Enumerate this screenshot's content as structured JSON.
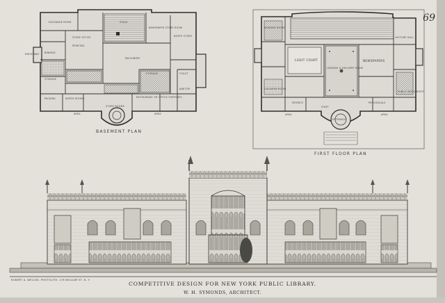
{
  "sheet": {
    "page_number": "69",
    "credit": "ROBERT A. WELCKE, PHOTOLITH. 176 WILLIAM ST. N. Y.",
    "title": "COMPETITIVE DESIGN FOR NEW YORK PUBLIC LIBRARY.",
    "architect": "W. H. SYMONDS, ARCHITECT."
  },
  "basement_plan": {
    "title": "BASEMENT PLAN",
    "rooms": {
      "exchange": "EXCHANGE   ROOM",
      "stack": "STACK",
      "newspaper": "NEWSPAPER STORE ROOM",
      "north_store": "NORTH STORE",
      "drive": "DRIVE WAY",
      "binding": "BINDING",
      "printing": "PRINTING",
      "store_ofc": "STORE OFFICE",
      "machinery": "MACHINERY",
      "storage_l": "STORAGE",
      "storage_r": "STORAGE",
      "toilet": "TOILET",
      "janitor": "JANITOR",
      "restaurant": "RESTAURANT OR OFFICE PURPOSES",
      "packing": "PACKING",
      "north_room": "NORTH ROOMS",
      "area_1": "AREA",
      "area_2": "AREA",
      "store_room": "STORE ROOMS"
    }
  },
  "first_floor_plan": {
    "title": "FIRST   FLOOR   PLAN",
    "rooms": {
      "reading": "READING ROOM",
      "lecture": "LECTURE HALL",
      "light_court": "LIGHT COURT",
      "newspapers": "NEWSPAPERS",
      "lending": "LENDING & DELIVERY ROOM",
      "children": "CHILDREN ROOM",
      "patents": "PATENTS",
      "periodicals": "PERIODICALS",
      "public_documents": "PUBLIC DOCUMENTS",
      "staff": "STAFF",
      "area_l": "AREA",
      "area_r": "AREA",
      "entrance": "ENTRANCE"
    }
  }
}
